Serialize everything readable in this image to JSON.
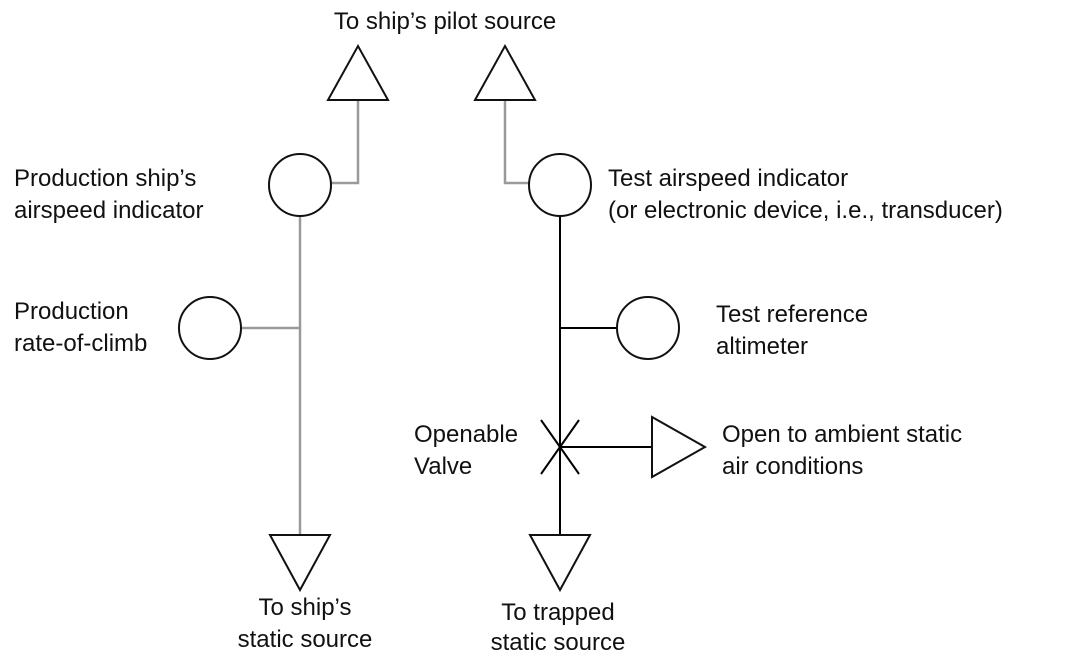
{
  "labels": {
    "pilot_source": "To ship’s pilot source",
    "production_airspeed": [
      "Production ship’s",
      "airspeed indicator"
    ],
    "production_roc": [
      "Production",
      "rate-of-climb"
    ],
    "test_airspeed": [
      "Test airspeed indicator",
      "(or electronic device, i.e., transducer)"
    ],
    "test_altimeter": [
      "Test reference",
      "altimeter"
    ],
    "valve": [
      "Openable",
      "Valve"
    ],
    "ambient": [
      "Open to ambient static",
      "air conditions"
    ],
    "ship_static": [
      "To ship’s",
      "static source"
    ],
    "trapped_static": [
      "To trapped",
      "static source"
    ]
  },
  "colors": {
    "production_line": "#9a9a9a",
    "test_line": "#000000",
    "text": "#111111"
  },
  "icons": {
    "instrument": "circle",
    "port": "triangle",
    "valve": "star-cross"
  }
}
